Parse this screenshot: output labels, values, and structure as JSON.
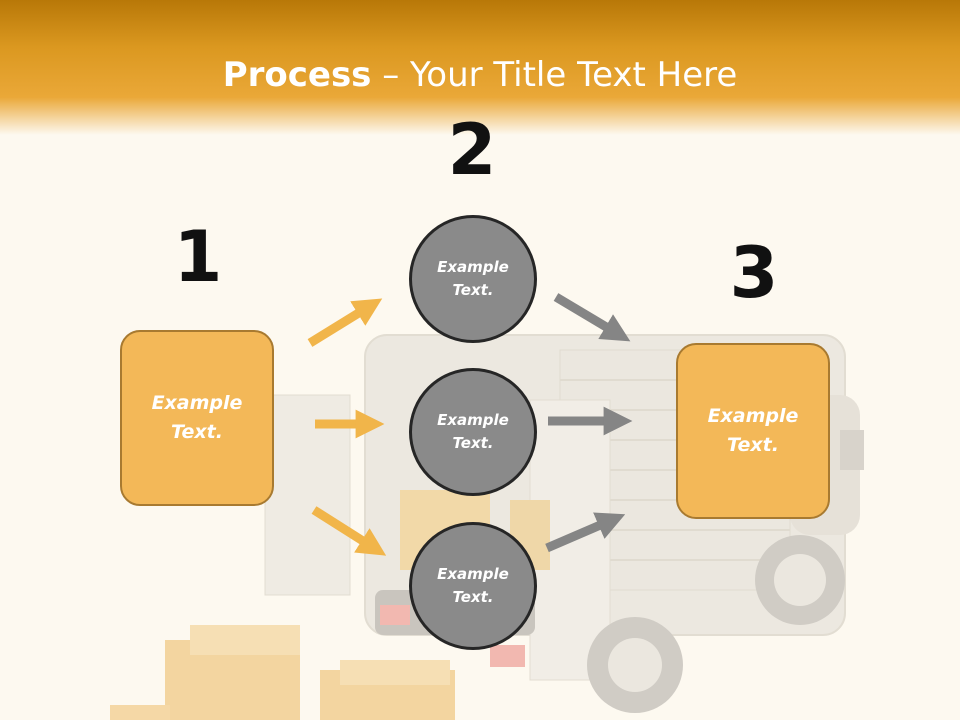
{
  "title": {
    "bold": "Process",
    "rest": " – Your Title Text Here"
  },
  "steps": [
    {
      "number": "1",
      "text": "Example\nText."
    },
    {
      "number": "2"
    },
    {
      "number": "3",
      "text": "Example\nText."
    }
  ],
  "circles": [
    {
      "text": "Example\nText."
    },
    {
      "text": "Example\nText."
    },
    {
      "text": "Example\nText."
    }
  ],
  "colors": {
    "header": "#db9820",
    "box_fill": "#f3b858",
    "box_border": "#a87a30",
    "circle_fill": "#8a8a8a",
    "circle_border": "#262626",
    "arrow_left": "#f1b54a",
    "arrow_right": "#858585"
  }
}
